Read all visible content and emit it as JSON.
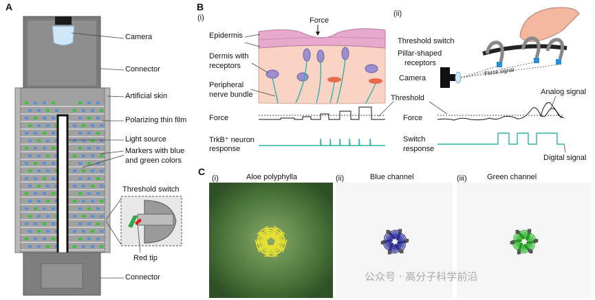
{
  "panels": {
    "a": "A",
    "b": "B",
    "c": "C"
  },
  "panel_a": {
    "labels": {
      "camera": "Camera",
      "connector_top": "Connector",
      "artificial_skin": "Artificial skin",
      "polarizing_film": "Polarizing thin film",
      "light_source": "Light source",
      "markers_line1": "Markers with blue",
      "markers_line2": "and green colors",
      "threshold_switch": "Threshold switch",
      "red_tip": "Red tip",
      "connector_bottom": "Connector"
    }
  },
  "panel_b": {
    "sub_i": "(i)",
    "sub_ii": "(ii)",
    "labels": {
      "force_top": "Force",
      "epidermis": "Epidermis",
      "dermis_line1": "Dermis with",
      "dermis_line2": "receptors",
      "peripheral_line1": "Peripheral",
      "peripheral_line2": "nerve bundle",
      "threshold": "Threshold",
      "force_left": "Force",
      "trkb_line1": "TrkB⁺ neuron",
      "trkb_line2": "response",
      "threshold_switch": "Threshold switch",
      "pillar_line1": "Pillar-shaped",
      "pillar_line2": "receptors",
      "camera": "Camera",
      "force_signal": "Force signal",
      "analog_signal": "Analog signal",
      "force_right": "Force",
      "switch_line1": "Switch",
      "switch_line2": "response",
      "digital_signal": "Digital signal"
    }
  },
  "panel_c": {
    "sub_i": "(i)",
    "sub_ii": "(ii)",
    "sub_iii": "(iii)",
    "title_i": "Aloe polyphylla",
    "title_ii": "Blue channel",
    "title_iii": "Green channel"
  },
  "watermark": "公众号 · 高分子科学前沿",
  "colors": {
    "teal": "#2ab3ad",
    "blue_marker": "#3f43a8",
    "green_marker": "#3fbf3f",
    "skin_pink": "#f2c6d9",
    "epidermis": "#e7a9cc",
    "aloe_green": "#4f7a3d",
    "spiral_yellow": "#e6e033",
    "gray_body": "#8c8c8c"
  }
}
